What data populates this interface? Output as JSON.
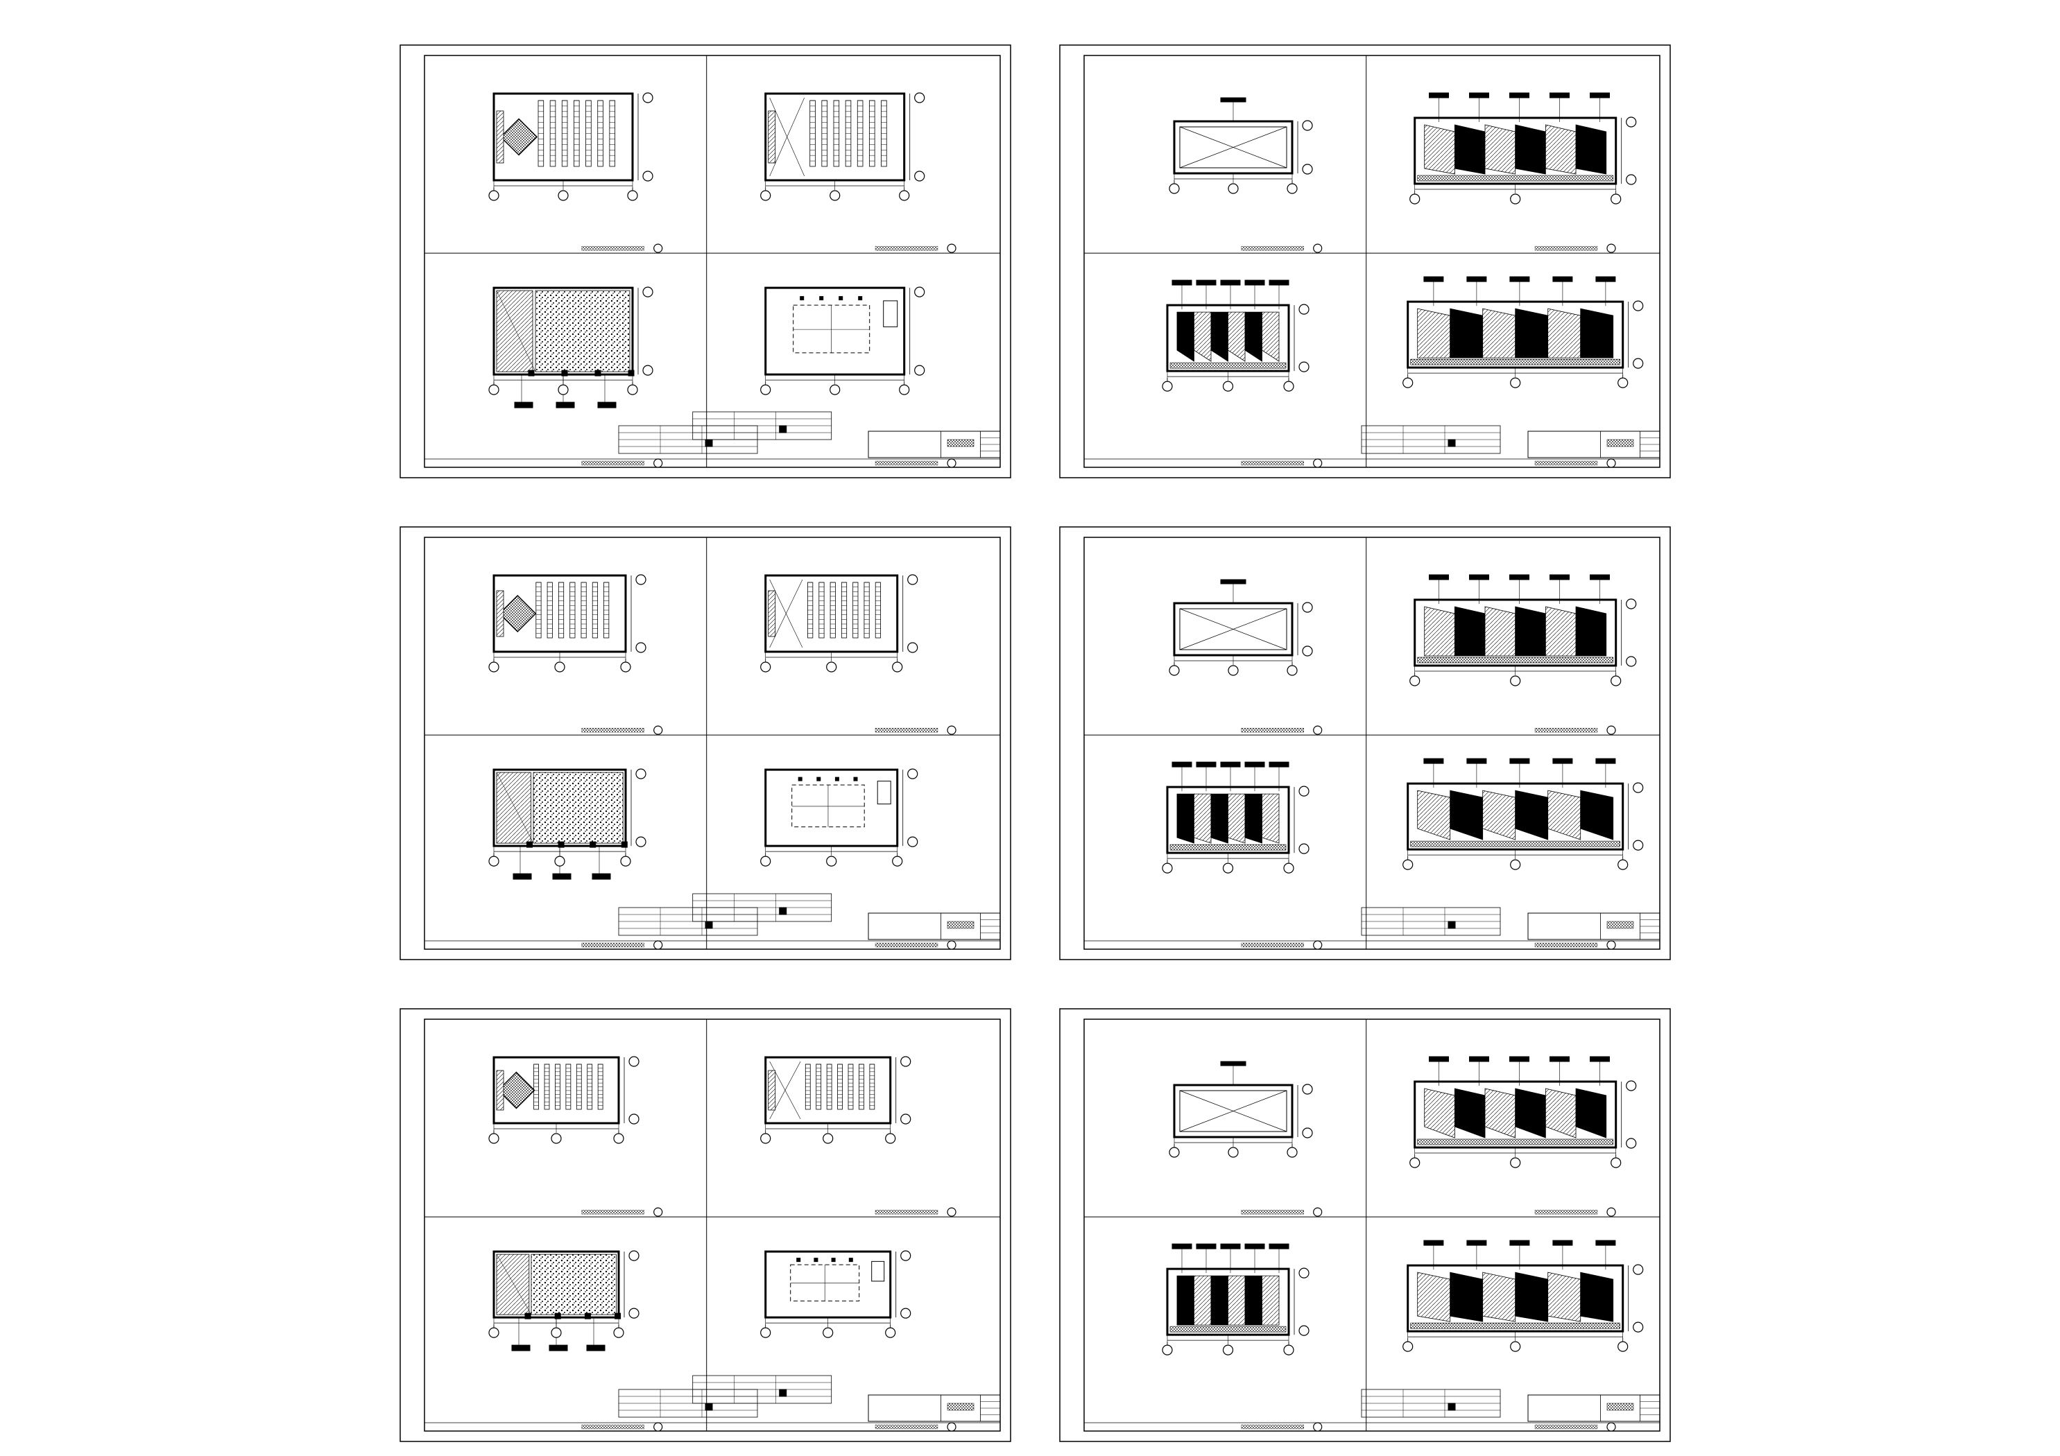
{
  "drawing_set": {
    "sheet_count": 6,
    "columns": 2,
    "rows": 3,
    "line_color": "#000000",
    "paper_color": "#ffffff",
    "sheets": [
      {
        "position": "row-1-left",
        "type": "floor-plan-set",
        "panels": [
          "seating-plan",
          "seating-plan-alt",
          "floor-finish-plan",
          "ceiling-plan"
        ]
      },
      {
        "position": "row-1-right",
        "type": "elevation-set",
        "panels": [
          "ceiling-section",
          "wall-elevation-long",
          "wall-elevation-short",
          "wall-elevation-long-b"
        ]
      },
      {
        "position": "row-2-left",
        "type": "floor-plan-set",
        "panels": [
          "seating-plan",
          "seating-plan-alt",
          "floor-finish-plan",
          "ceiling-plan"
        ]
      },
      {
        "position": "row-2-right",
        "type": "elevation-set",
        "panels": [
          "ceiling-section",
          "wall-elevation-long",
          "wall-elevation-short",
          "wall-elevation-long-b"
        ]
      },
      {
        "position": "row-3-left",
        "type": "floor-plan-set",
        "panels": [
          "seating-plan",
          "seating-plan-alt",
          "floor-finish-plan",
          "ceiling-plan"
        ]
      },
      {
        "position": "row-3-right",
        "type": "elevation-set",
        "panels": [
          "ceiling-section",
          "wall-elevation-long",
          "wall-elevation-short",
          "wall-elevation-long-b"
        ]
      }
    ]
  }
}
